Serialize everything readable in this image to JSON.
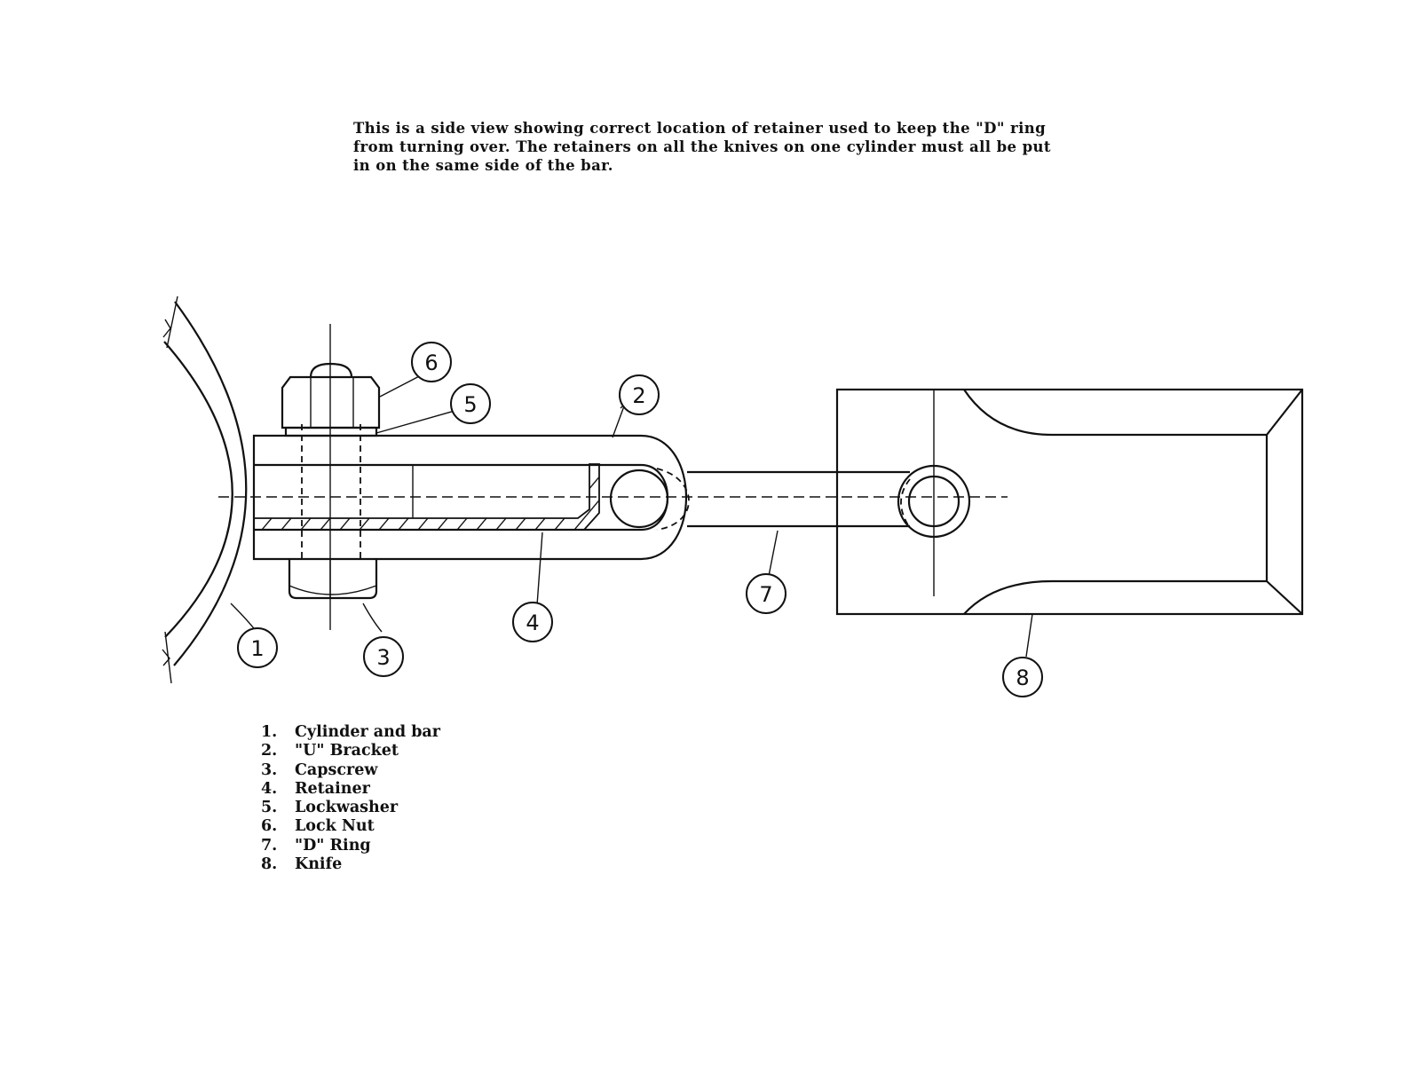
{
  "caption": {
    "line1": "This is a side view showing correct location of retainer used to keep the \"D\" ring",
    "line2": "from turning over.  The retainers on all the knives on one cylinder must all be put",
    "line3": "in on the same side of the bar."
  },
  "callouts": [
    {
      "number": "1"
    },
    {
      "number": "2"
    },
    {
      "number": "3"
    },
    {
      "number": "4"
    },
    {
      "number": "5"
    },
    {
      "number": "6"
    },
    {
      "number": "7"
    },
    {
      "number": "8"
    }
  ],
  "legend": [
    {
      "number": "1.",
      "label": "Cylinder and bar"
    },
    {
      "number": "2.",
      "label": "\"U\" Bracket"
    },
    {
      "number": "3.",
      "label": "Capscrew"
    },
    {
      "number": "4.",
      "label": "Retainer"
    },
    {
      "number": "5.",
      "label": "Lockwasher"
    },
    {
      "number": "6.",
      "label": "Lock Nut"
    },
    {
      "number": "7.",
      "label": "\"D\" Ring"
    },
    {
      "number": "8.",
      "label": "Knife"
    }
  ]
}
